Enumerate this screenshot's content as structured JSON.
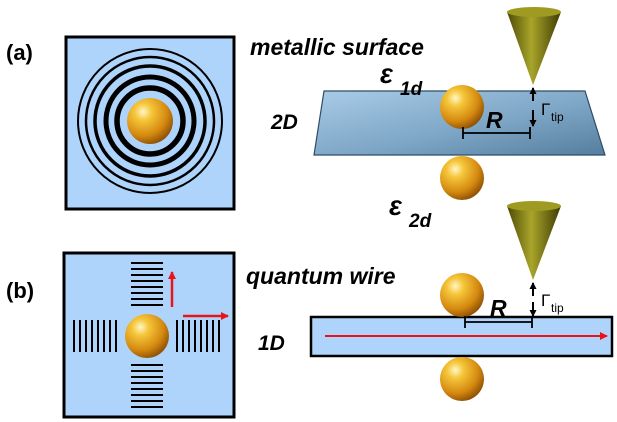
{
  "panel_a": {
    "label": "(a)",
    "surface_title": "metallic surface",
    "dimension": "2D",
    "epsilon_top": {
      "base": "ε",
      "sub": "1d"
    },
    "epsilon_bottom": {
      "base": "ε",
      "sub": "2d"
    },
    "distance_label": "R",
    "gamma_label": {
      "base": "Γ",
      "sub": "tip"
    }
  },
  "panel_b": {
    "label": "(b)",
    "surface_title": "quantum wire",
    "dimension": "1D",
    "distance_label": "R",
    "gamma_label": {
      "base": "Γ",
      "sub": "tip"
    }
  },
  "colors": {
    "background_blue": "#aed4fb",
    "gold": "#e6a41b",
    "tip_olive": "#7d7a10",
    "arrow_red": "#e8141b"
  }
}
